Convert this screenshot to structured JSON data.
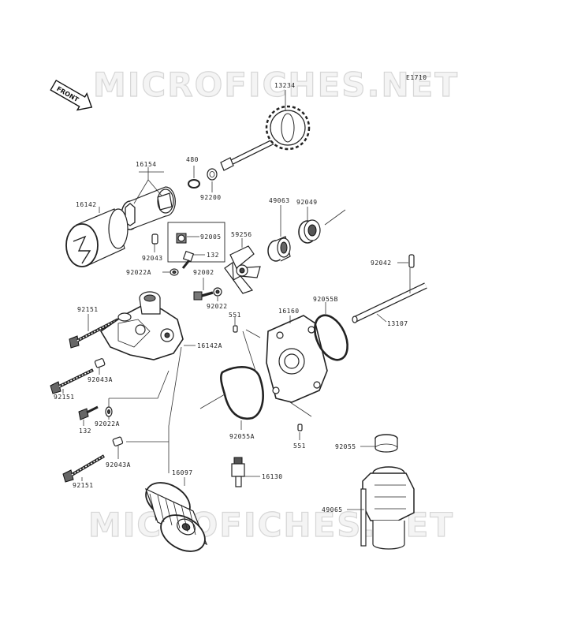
{
  "watermark": "MICROFICHES.NET",
  "diagram_code": "E1710",
  "front_label": "FRONT",
  "parts": {
    "p13234": "13234",
    "p480": "480",
    "p92200": "92200",
    "p16154": "16154",
    "p16142": "16142",
    "p92043": "92043",
    "p92005": "92005",
    "p132a": "132",
    "p92022A": "92022A",
    "p92002": "92002",
    "p92022": "92022",
    "p59256": "59256",
    "p49063": "49063",
    "p92049": "92049",
    "p92042": "92042",
    "p13107": "13107",
    "p92151a": "92151",
    "p551a": "551",
    "p16160": "16160",
    "p92055B": "92055B",
    "p16142A": "16142A",
    "p92043Aa": "92043A",
    "p92151b": "92151",
    "p132b": "132",
    "p92022Ab": "92022A",
    "p92055A": "92055A",
    "p551b": "551",
    "p92055": "92055",
    "p92043Ab": "92043A",
    "p92151c": "92151",
    "p16097": "16097",
    "p16130": "16130",
    "p49065": "49065"
  }
}
